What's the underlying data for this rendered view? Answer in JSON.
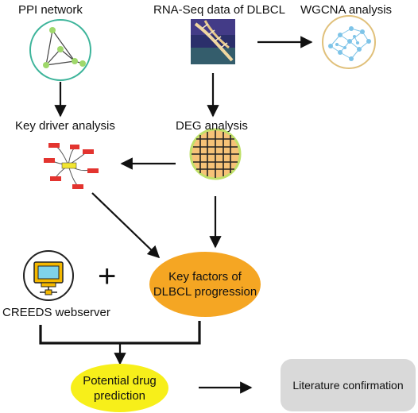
{
  "nodes": {
    "ppi": "PPI network",
    "rnaseq": "RNA-Seq data of DLBCL",
    "wgcna": "WGCNA analysis",
    "key_driver": "Key driver analysis",
    "deg": "DEG analysis",
    "creeds": "CREEDS webserver",
    "key_factors_line1": "Key factors of",
    "key_factors_line2": "DLBCL progression",
    "drug_line1": "Potential drug",
    "drug_line2": "prediction",
    "literature": "Literature confirmation",
    "plus": "+"
  },
  "colors": {
    "key_factors_fill": "#f5a623",
    "drug_fill": "#f7ef1a",
    "literature_fill": "#d9d9d9",
    "ppi_ring": "#3cb49a",
    "wgcna_ring": "#e0c07a",
    "network_node": "#7ec4e8",
    "driver_node": "#e3342f",
    "driver_hub": "#f2e531",
    "grid_fill": "#f6c277",
    "computer_fill": "#f4b800"
  }
}
